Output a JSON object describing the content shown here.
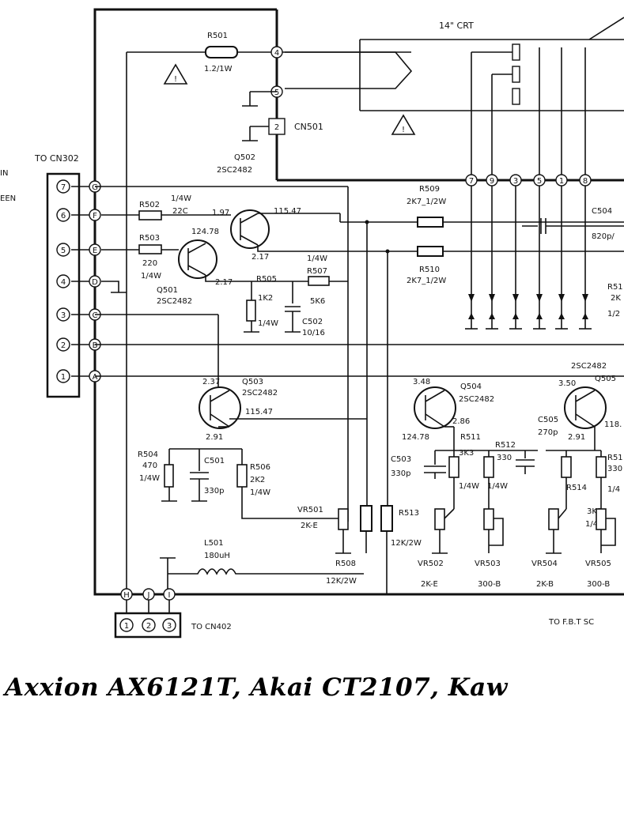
{
  "caption": "Axxion AX6121T, Akai CT2107, Kaw",
  "labels": {
    "crt": "14\" CRT",
    "to_cn302": "TO CN302",
    "to_cn402": "TO CN402",
    "to_fbt": "TO F.B.T SC",
    "cn501": "CN501",
    "r501": "R501",
    "r501_val": "1.2/1W",
    "q502": "Q502",
    "q502_type": "2SC2482",
    "r502": "R502",
    "r502_val": "22C",
    "r502_pwr": "1/4W",
    "r503": "R503",
    "r503_val": "220",
    "r503_pwr": "1/4W",
    "q501": "Q501",
    "q501_type": "2SC2482",
    "r505": "R505",
    "r505_val": "1K2",
    "r505_pwr": "1/4W",
    "r507": "R507",
    "r507_val": "5K6",
    "r507_pwr": "1/4W",
    "c502": "C502",
    "c502_val": "10/16",
    "r509": "R509",
    "r509_val": "2K7_1/2W",
    "r510": "R510",
    "r510_val": "2K7_1/2W",
    "c504": "C504",
    "c504_val": "820p/",
    "r51x_partial": "R51",
    "r51x_val": "2K",
    "r51x_pwr": "1/2",
    "q503": "Q503",
    "q503_type": "2SC2482",
    "q504": "Q504",
    "q504_type": "2SC2482",
    "q505": "Q505",
    "q505_type": "2SC2482",
    "r504": "R504",
    "r504_val": "470",
    "r504_pwr": "1/4W",
    "c501": "C501",
    "c501_val": "330p",
    "r506": "R506",
    "r506_val": "2K2",
    "r506_pwr": "1/4W",
    "c503": "C503",
    "c503_val": "330p",
    "r511": "R511",
    "r511_val": "3K3",
    "r511_pwr": "1/4W",
    "r512": "R512",
    "r512_val": "330",
    "r512_pwr": "1/4W",
    "c505": "C505",
    "c505_val": "270p",
    "r513": "R513",
    "r513_val": "12K/2W",
    "r514": "R514",
    "r514_val": "3K3",
    "r514_pwr": "1/4W",
    "r515_partial": "R51",
    "r515_val": "330",
    "r515_pwr": "1/4",
    "r508": "R508",
    "r508_val": "12K/2W",
    "vr501": "VR501",
    "vr501_val": "2K-E",
    "vr502": "VR502",
    "vr502_val": "2K-E",
    "vr503": "VR503",
    "vr503_val": "300-B",
    "vr504": "VR504",
    "vr504_val": "2K-B",
    "vr505": "VR505",
    "vr505_val": "300-B",
    "l501": "L501",
    "l501_val": "180uH",
    "v_q501_b": "124.78",
    "v_q501_e": "2.17",
    "v_q502_b": "1.97",
    "v_q502_c": "115.47",
    "v_q502_e": "2.17",
    "v_q503_b": "2.37",
    "v_q503_c": "115.47",
    "v_q503_e": "2.91",
    "v_q504_b": "3.48",
    "v_q504_c": "124.78",
    "v_q504_e": "2.86",
    "v_q505_b": "3.50",
    "v_q505_e": "2.91",
    "v_q505_c": "118.",
    "side_1": "IN",
    "side_2": "EEN"
  },
  "cn302_pins": [
    "7",
    "6",
    "5",
    "4",
    "3",
    "2",
    "1"
  ],
  "cn302_letters": [
    "G",
    "F",
    "E",
    "D",
    "C",
    "B",
    "A"
  ],
  "cn501_pins": [
    "4",
    "5",
    "2"
  ],
  "crt_pins": [
    "7",
    "9",
    "3",
    "5",
    "1",
    "8"
  ],
  "cn402_pins": [
    "1",
    "2",
    "3"
  ],
  "cn402_letters": [
    "H",
    "J",
    "I"
  ]
}
